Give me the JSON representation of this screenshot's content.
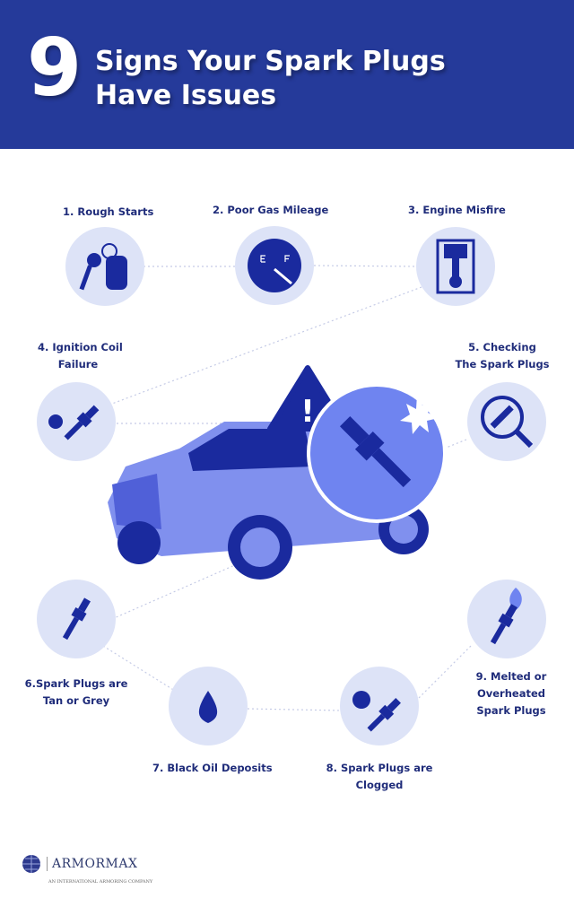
{
  "header": {
    "number": "9",
    "title_line1": "Signs Your Spark Plugs",
    "title_line2": "Have Issues"
  },
  "signs": [
    {
      "label": "1. Rough Starts",
      "icon": "car-keys-icon"
    },
    {
      "label": "2. Poor Gas Mileage",
      "icon": "fuel-gauge-icon"
    },
    {
      "label": "3. Engine Misfire",
      "icon": "piston-icon"
    },
    {
      "label_line1": "4. Ignition Coil",
      "label_line2": "Failure",
      "icon": "spark-plug-x-icon"
    },
    {
      "label_line1": "5. Checking",
      "label_line2": "The Spark Plugs",
      "icon": "magnifier-spark-plug-icon"
    },
    {
      "label_line1": "6.Spark Plugs are",
      "label_line2": "Tan or Grey",
      "icon": "spark-plug-icon"
    },
    {
      "label": "7. Black Oil Deposits",
      "icon": "oil-drop-icon"
    },
    {
      "label_line1": "8. Spark Plugs are",
      "label_line2": "Clogged",
      "icon": "clogged-spark-plug-icon"
    },
    {
      "label_line1": "9. Melted or",
      "label_line2": "Overheated",
      "label_line3": "Spark Plugs",
      "icon": "flaming-spark-plug-icon"
    }
  ],
  "center": {
    "warning_symbol": "!"
  },
  "logo": {
    "name": "ARMORMAX",
    "tagline": "AN INTERNATIONAL ARMORING COMPANY"
  },
  "colors": {
    "header": "#253a9a",
    "circle": "#dde3f7",
    "text": "#1f2c7a",
    "icon": "#1a2a9e",
    "car": "#8090ee"
  }
}
